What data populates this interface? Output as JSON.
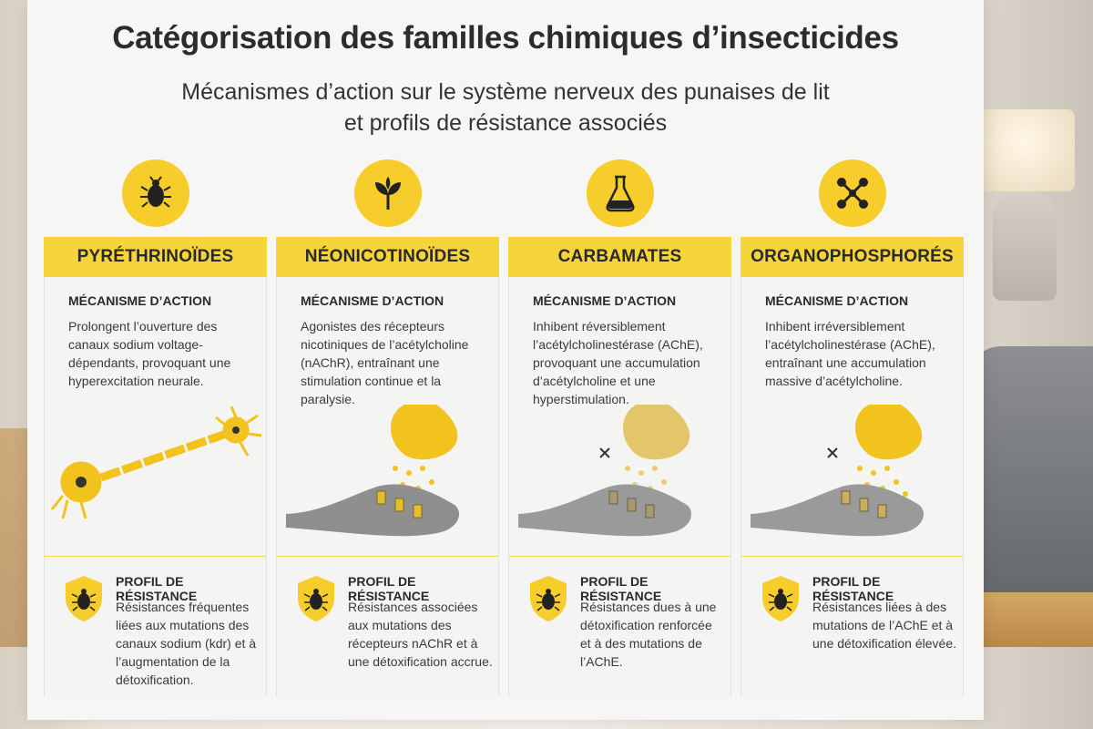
{
  "title": "Catégorisation des familles chimiques d’insecticides",
  "subtitle": {
    "line1": "Mécanismes d’action sur le système nerveux des punaises de lit",
    "line2": "et profils de résistance associés"
  },
  "colors": {
    "accent": "#f6d53a",
    "icon_bg": "#f6cd2a",
    "text": "#2c2c2c"
  },
  "columns": [
    {
      "icon": "bedbug-icon",
      "name": "PYRÉTHRINOÏDES",
      "mechanism_heading": "MÉCANISME D’ACTION",
      "mechanism_text": "Prolongent l’ouverture des canaux sodium voltage-dépendants, provoquant une hyperexcitation neurale.",
      "illustration": "neuron-illustration",
      "resistance_heading": "PROFIL DE RÉSISTANCE",
      "resistance_text": "Résistances fréquentes liées aux mutations des canaux sodium (kdr) et à l’augmentation de la détoxification."
    },
    {
      "icon": "leaf-sprout-icon",
      "name": "NÉONICOTINOÏDES",
      "mechanism_heading": "MÉCANISME D’ACTION",
      "mechanism_text": "Agonistes des récepteurs nicotiniques de l’acétylcholine (nAChR), entraînant une stimulation continue et la paralysie.",
      "illustration": "synapse-illustration",
      "resistance_heading": "PROFIL DE RÉSISTANCE",
      "resistance_text": "Résistances associées aux mutations des récepteurs nAChR et à une détoxification accrue."
    },
    {
      "icon": "flask-icon",
      "name": "CARBAMATES",
      "mechanism_heading": "MÉCANISME D’ACTION",
      "mechanism_text": "Inhibent réversiblement l’acétylcholinestérase (AChE), provoquant une accumulation d’acétylcholine et une hyperstimulation.",
      "illustration": "synapse-blocked-illustration",
      "resistance_heading": "PROFIL DE RÉSISTANCE",
      "resistance_text": "Résistances dues à une détoxification renforcée et à des mutations de l’AChE."
    },
    {
      "icon": "molecule-icon",
      "name": "ORGANOPHOSPHORÉS",
      "mechanism_heading": "MÉCANISME D’ACTION",
      "mechanism_text": "Inhibent irréversiblement l’acétylcholinestérase (AChE), entraînant une accumulation massive d’acétylcholine.",
      "illustration": "synapse-blocked-illustration",
      "resistance_heading": "PROFIL DE RÉSISTANCE",
      "resistance_text": "Résistances liées à des mutations de l’AChE et à une détoxification élevée."
    }
  ]
}
